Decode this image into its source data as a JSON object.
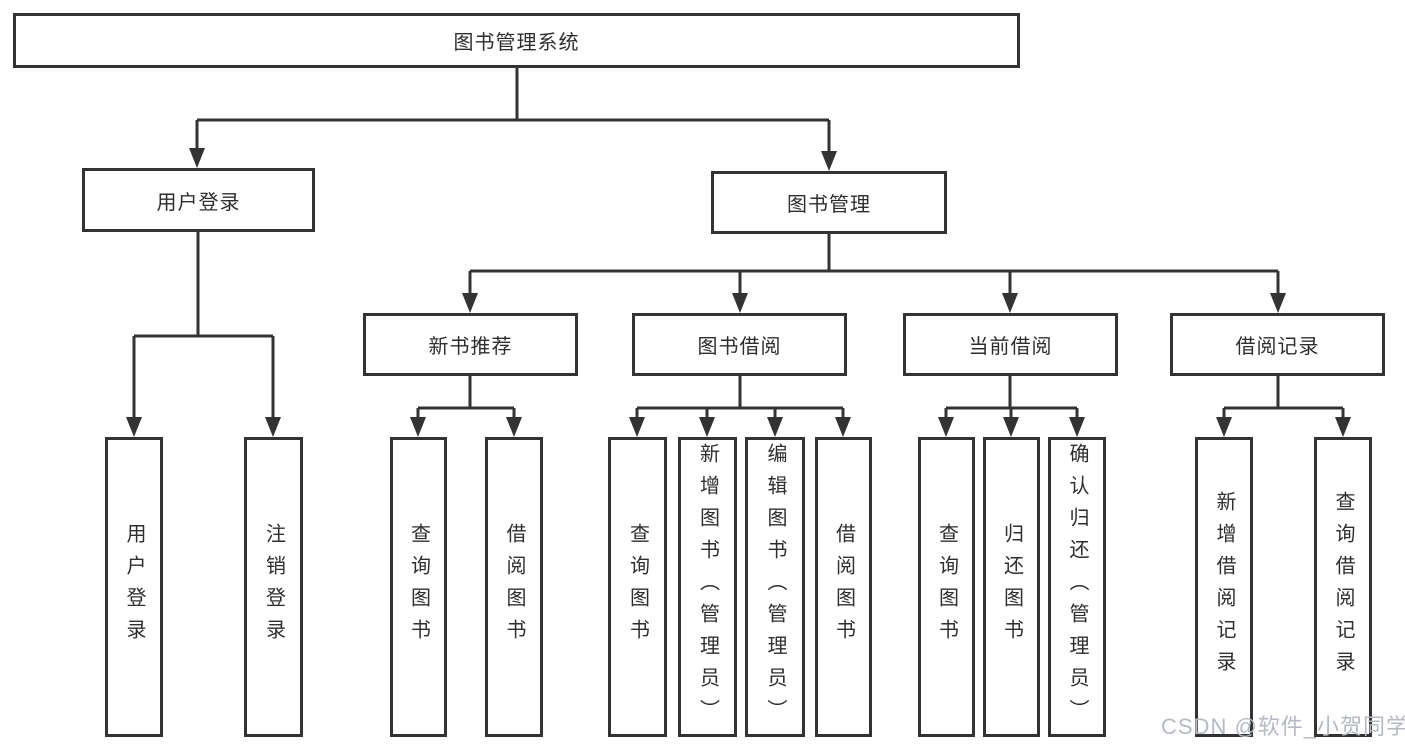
{
  "diagram": {
    "title": "图书管理系统",
    "watermark": "CSDN @软件_小贺同学",
    "colors": {
      "line": "#333333",
      "box_border": "#333333",
      "text": "#2e2e2e",
      "watermark": "#b5bac2",
      "background": "#ffffff"
    },
    "nodes": {
      "root": {
        "label": "图书管理系统"
      },
      "user_login": {
        "label": "用户登录"
      },
      "book_mgmt": {
        "label": "图书管理"
      },
      "new_book_rec": {
        "label": "新书推荐"
      },
      "book_borrow": {
        "label": "图书借阅"
      },
      "current_borrow": {
        "label": "当前借阅"
      },
      "borrow_records": {
        "label": "借阅记录"
      },
      "leaf_user_login": {
        "label": "用户登录"
      },
      "leaf_logout": {
        "label": "注销登录"
      },
      "leaf_rec_query_books": {
        "label": "查询图书"
      },
      "leaf_rec_borrow_books": {
        "label": "借阅图书"
      },
      "leaf_bb_query_books": {
        "label": "查询图书"
      },
      "leaf_bb_add_books": {
        "label": "新增图书（管理员）"
      },
      "leaf_bb_edit_books": {
        "label": "编辑图书（管理员）"
      },
      "leaf_bb_borrow_books": {
        "label": "借阅图书"
      },
      "leaf_cb_query_books": {
        "label": "查询图书"
      },
      "leaf_cb_return_books": {
        "label": "归还图书"
      },
      "leaf_cb_confirm_return": {
        "label": "确认归还（管理员）"
      },
      "leaf_br_add_record": {
        "label": "新增借阅记录"
      },
      "leaf_br_query_record": {
        "label": "查询借阅记录"
      }
    }
  }
}
